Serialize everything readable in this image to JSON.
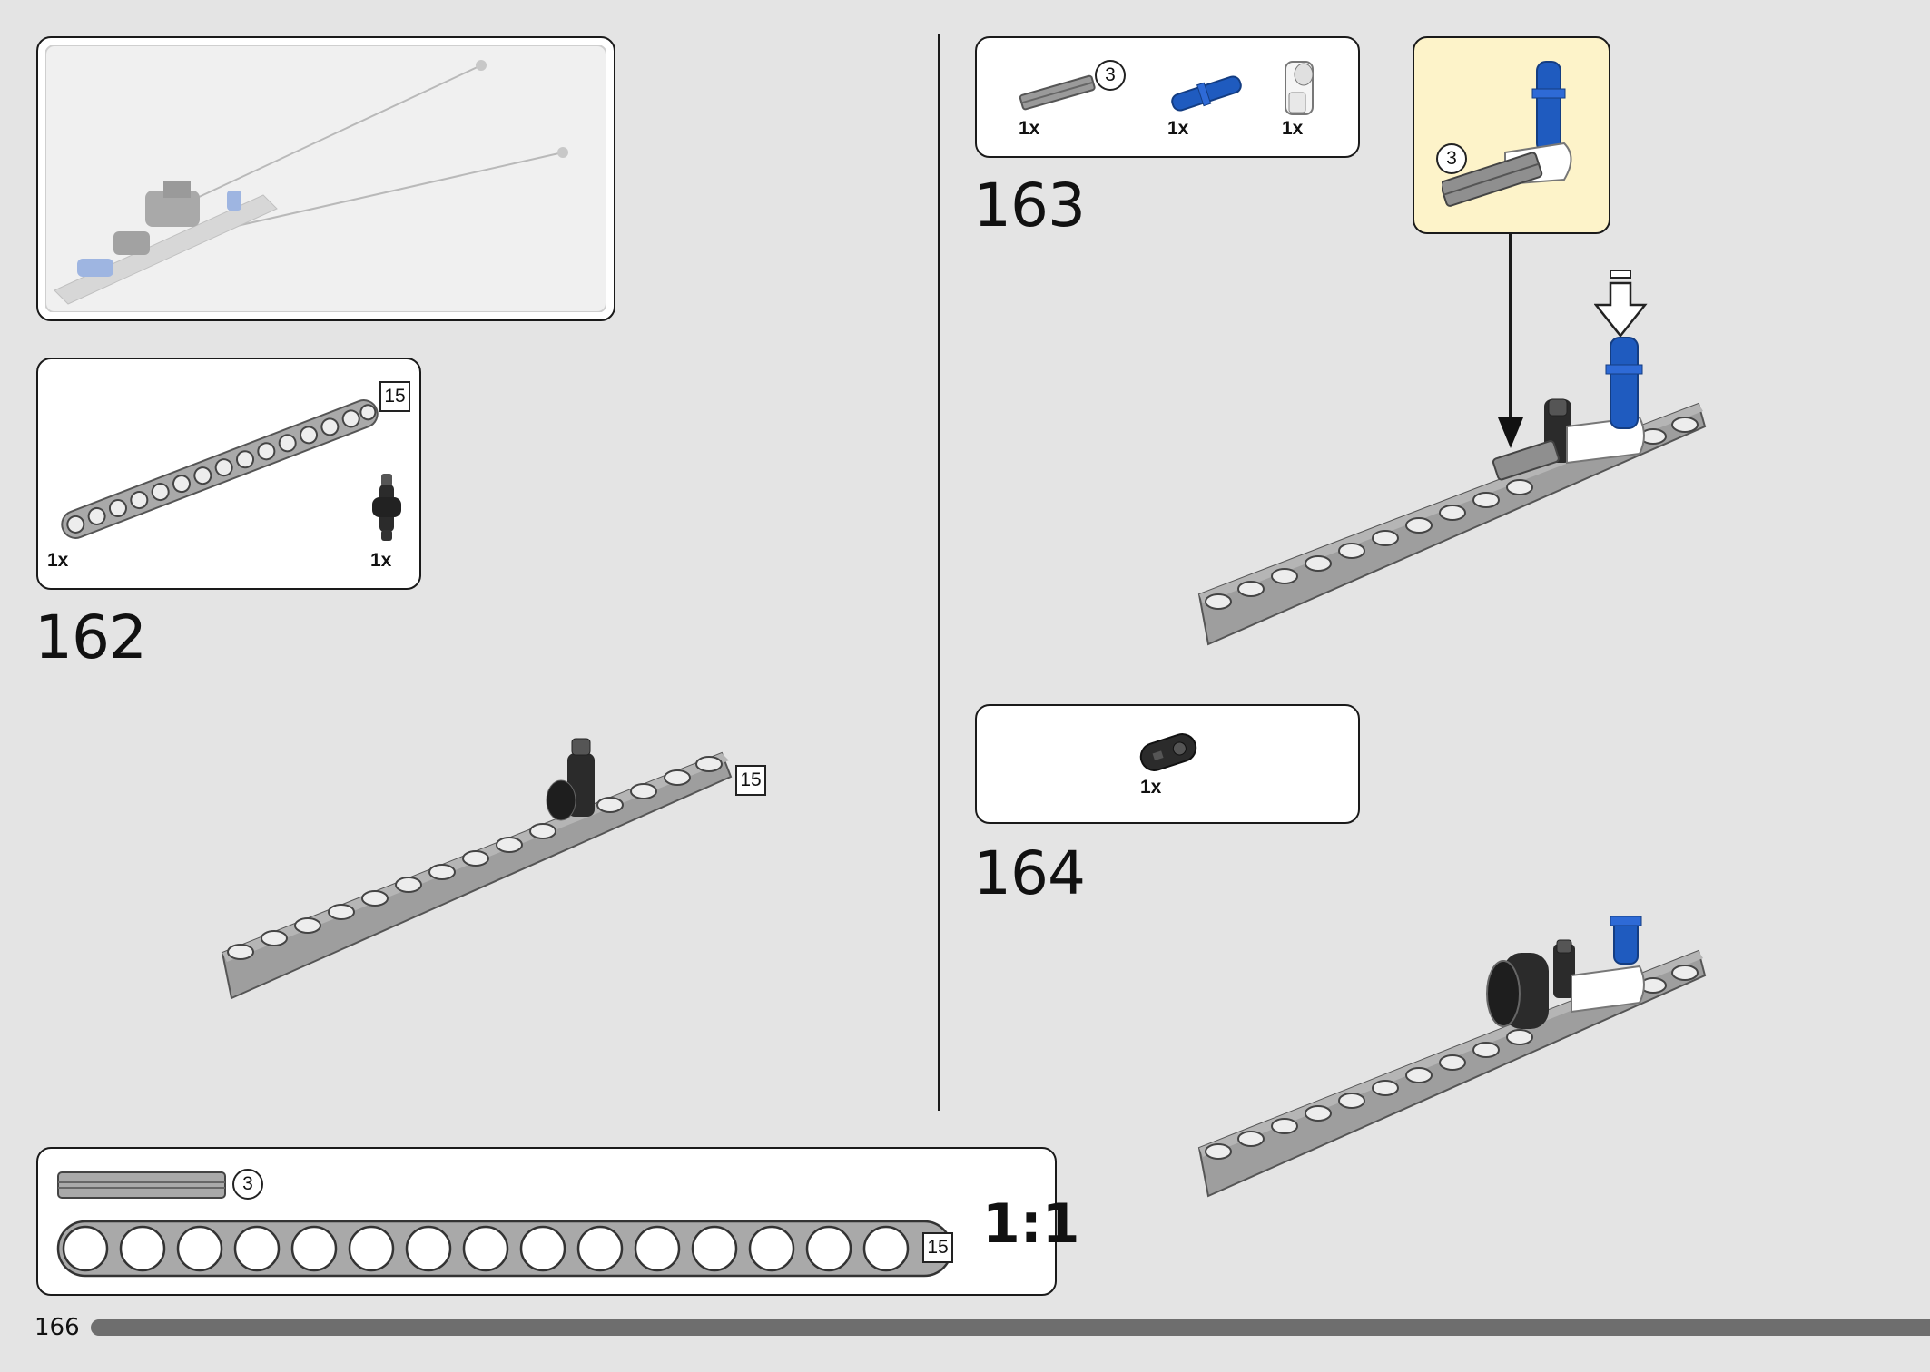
{
  "page_number": "166",
  "ruler": {
    "scale": "1:1",
    "axle_count": "3",
    "beam_count": "15"
  },
  "step_162": {
    "number": "162",
    "parts": [
      {
        "name": "beam-15",
        "qty": "1x",
        "badge": "15"
      },
      {
        "name": "connector",
        "qty": "1x"
      }
    ],
    "beam_badge": "15"
  },
  "step_163": {
    "number": "163",
    "parts": [
      {
        "name": "axle-3",
        "qty": "1x",
        "badge": "3"
      },
      {
        "name": "blue-pin",
        "qty": "1x"
      },
      {
        "name": "white-connector",
        "qty": "1x"
      }
    ],
    "callout_badge": "3"
  },
  "step_164": {
    "number": "164",
    "parts": [
      {
        "name": "black-liftarm",
        "qty": "1x"
      }
    ]
  },
  "colors": {
    "background": "#e4e4e4",
    "beam_gray": "#a9a9a9",
    "dark_part": "#2b2b2b",
    "blue_pin": "#1f5bbf",
    "callout_bg": "#fdf3c9",
    "progress_bar": "#6e6e6e"
  }
}
